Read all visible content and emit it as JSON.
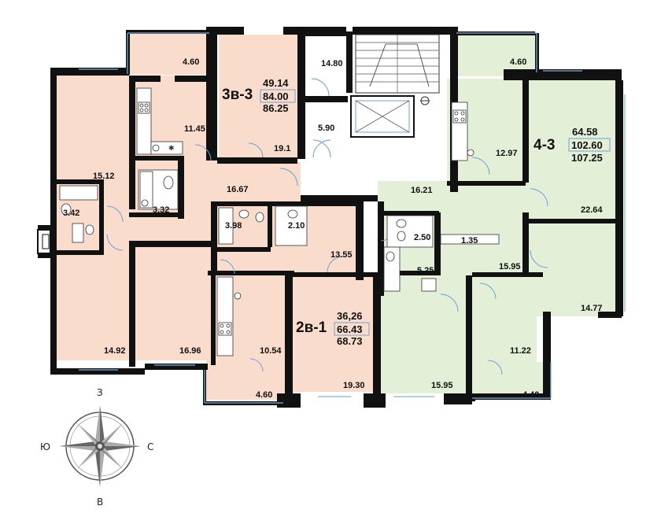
{
  "colors": {
    "apartment_left": "#f9dccb",
    "apartment_right": "#e3f0d7",
    "common": "#ffffff",
    "walls": "#111111",
    "doors": "#6aa4d8"
  },
  "apartments": {
    "apt_3v3": {
      "code": "3в-3",
      "living": "49.14",
      "total": "84.00",
      "total_with_balcony": "86.25"
    },
    "apt_4_3": {
      "code": "4-3",
      "living": "64.58",
      "total": "102.60",
      "total_with_balcony": "107.25"
    },
    "apt_2v1": {
      "code": "2в-1",
      "living": "36,26",
      "total": "66.43",
      "total_with_balcony": "68.73"
    }
  },
  "rooms": {
    "balcony_top_left": "4.60",
    "room_14_80": "14.80",
    "balcony_top_right": "4.60",
    "kitchen_11_45": "11.45",
    "room_19_1": "19.1",
    "room_5_90": "5.90",
    "kitchen_12_97": "12.97",
    "room_22_64": "22.64",
    "room_15_12": "15.12",
    "hall_16_67": "16.67",
    "bath_3_32": "3.32",
    "bath_3_42": "3.42",
    "hall_16_21": "16.21",
    "bath_3_98": "3.98",
    "wc_2_10": "2.10",
    "wc_2_50": "2.50",
    "balcony_1_35": "1.35",
    "hall_13_55": "13.55",
    "bath_5_25": "5.25",
    "hall_15_95": "15.95",
    "room_14_77": "14.77",
    "kitchen_10_54": "10.54",
    "kitchen_11_22": "11.22",
    "room_14_92": "14.92",
    "room_16_96": "16.96",
    "room_19_30": "19.30",
    "room_15_95": "15.95",
    "balcony_bottom_left": "4.60",
    "balcony_bottom_right": "4.40"
  },
  "compass": {
    "north": "З",
    "south": "В",
    "west": "Ю",
    "east": "С"
  }
}
